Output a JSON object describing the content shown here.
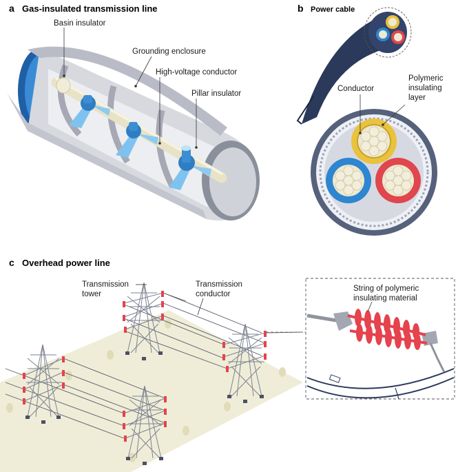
{
  "panels": {
    "a": {
      "letter": "a",
      "title": "Gas-insulated transmission line",
      "labels": {
        "basin_insulator": "Basin insulator",
        "grounding_enclosure": "Grounding enclosure",
        "hv_conductor": "High-voltage conductor",
        "pillar_insulator": "Pillar insulator"
      }
    },
    "b": {
      "letter": "b",
      "title": "Power cable",
      "labels": {
        "conductor": "Conductor",
        "polymeric_line1": "Polymeric",
        "polymeric_line2": "insulating",
        "polymeric_line3": "layer"
      }
    },
    "c": {
      "letter": "c",
      "title": "Overhead power line",
      "labels": {
        "tower_line1": "Transmission",
        "tower_line2": "tower",
        "conductor_line1": "Transmission",
        "conductor_line2": "conductor",
        "string_line1": "String of polymeric",
        "string_line2": "insulating material"
      }
    }
  },
  "colors": {
    "enclosure": "#c9cbd3",
    "insulator_blue": "#2f7ec4",
    "conductor_cream": "#efe9cf",
    "cable_dark": "#2b3a5a",
    "phase_yellow": "#e9c23e",
    "phase_blue": "#2d86cf",
    "phase_red": "#e0464d",
    "ground_plane": "#efedd8",
    "tower_grey": "#7c8292",
    "insulator_red": "#e5434d"
  }
}
